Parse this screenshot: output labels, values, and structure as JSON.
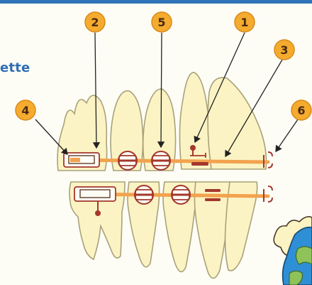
{
  "title": {
    "text": "ette"
  },
  "colors": {
    "tooth_fill": "#fbf3c3",
    "tooth_stroke": "#a8a27a",
    "wire": "#f2a24e",
    "bracket_stroke": "#a4372e",
    "badge_fill": "#f4ab2e",
    "badge_stroke": "#d88918",
    "title_color": "#2f6db4"
  },
  "callouts": [
    {
      "number": "1"
    },
    {
      "number": "2"
    },
    {
      "number": "3"
    },
    {
      "number": "4"
    },
    {
      "number": "5"
    },
    {
      "number": "6"
    }
  ],
  "icons": [
    "globe-character-icon"
  ]
}
